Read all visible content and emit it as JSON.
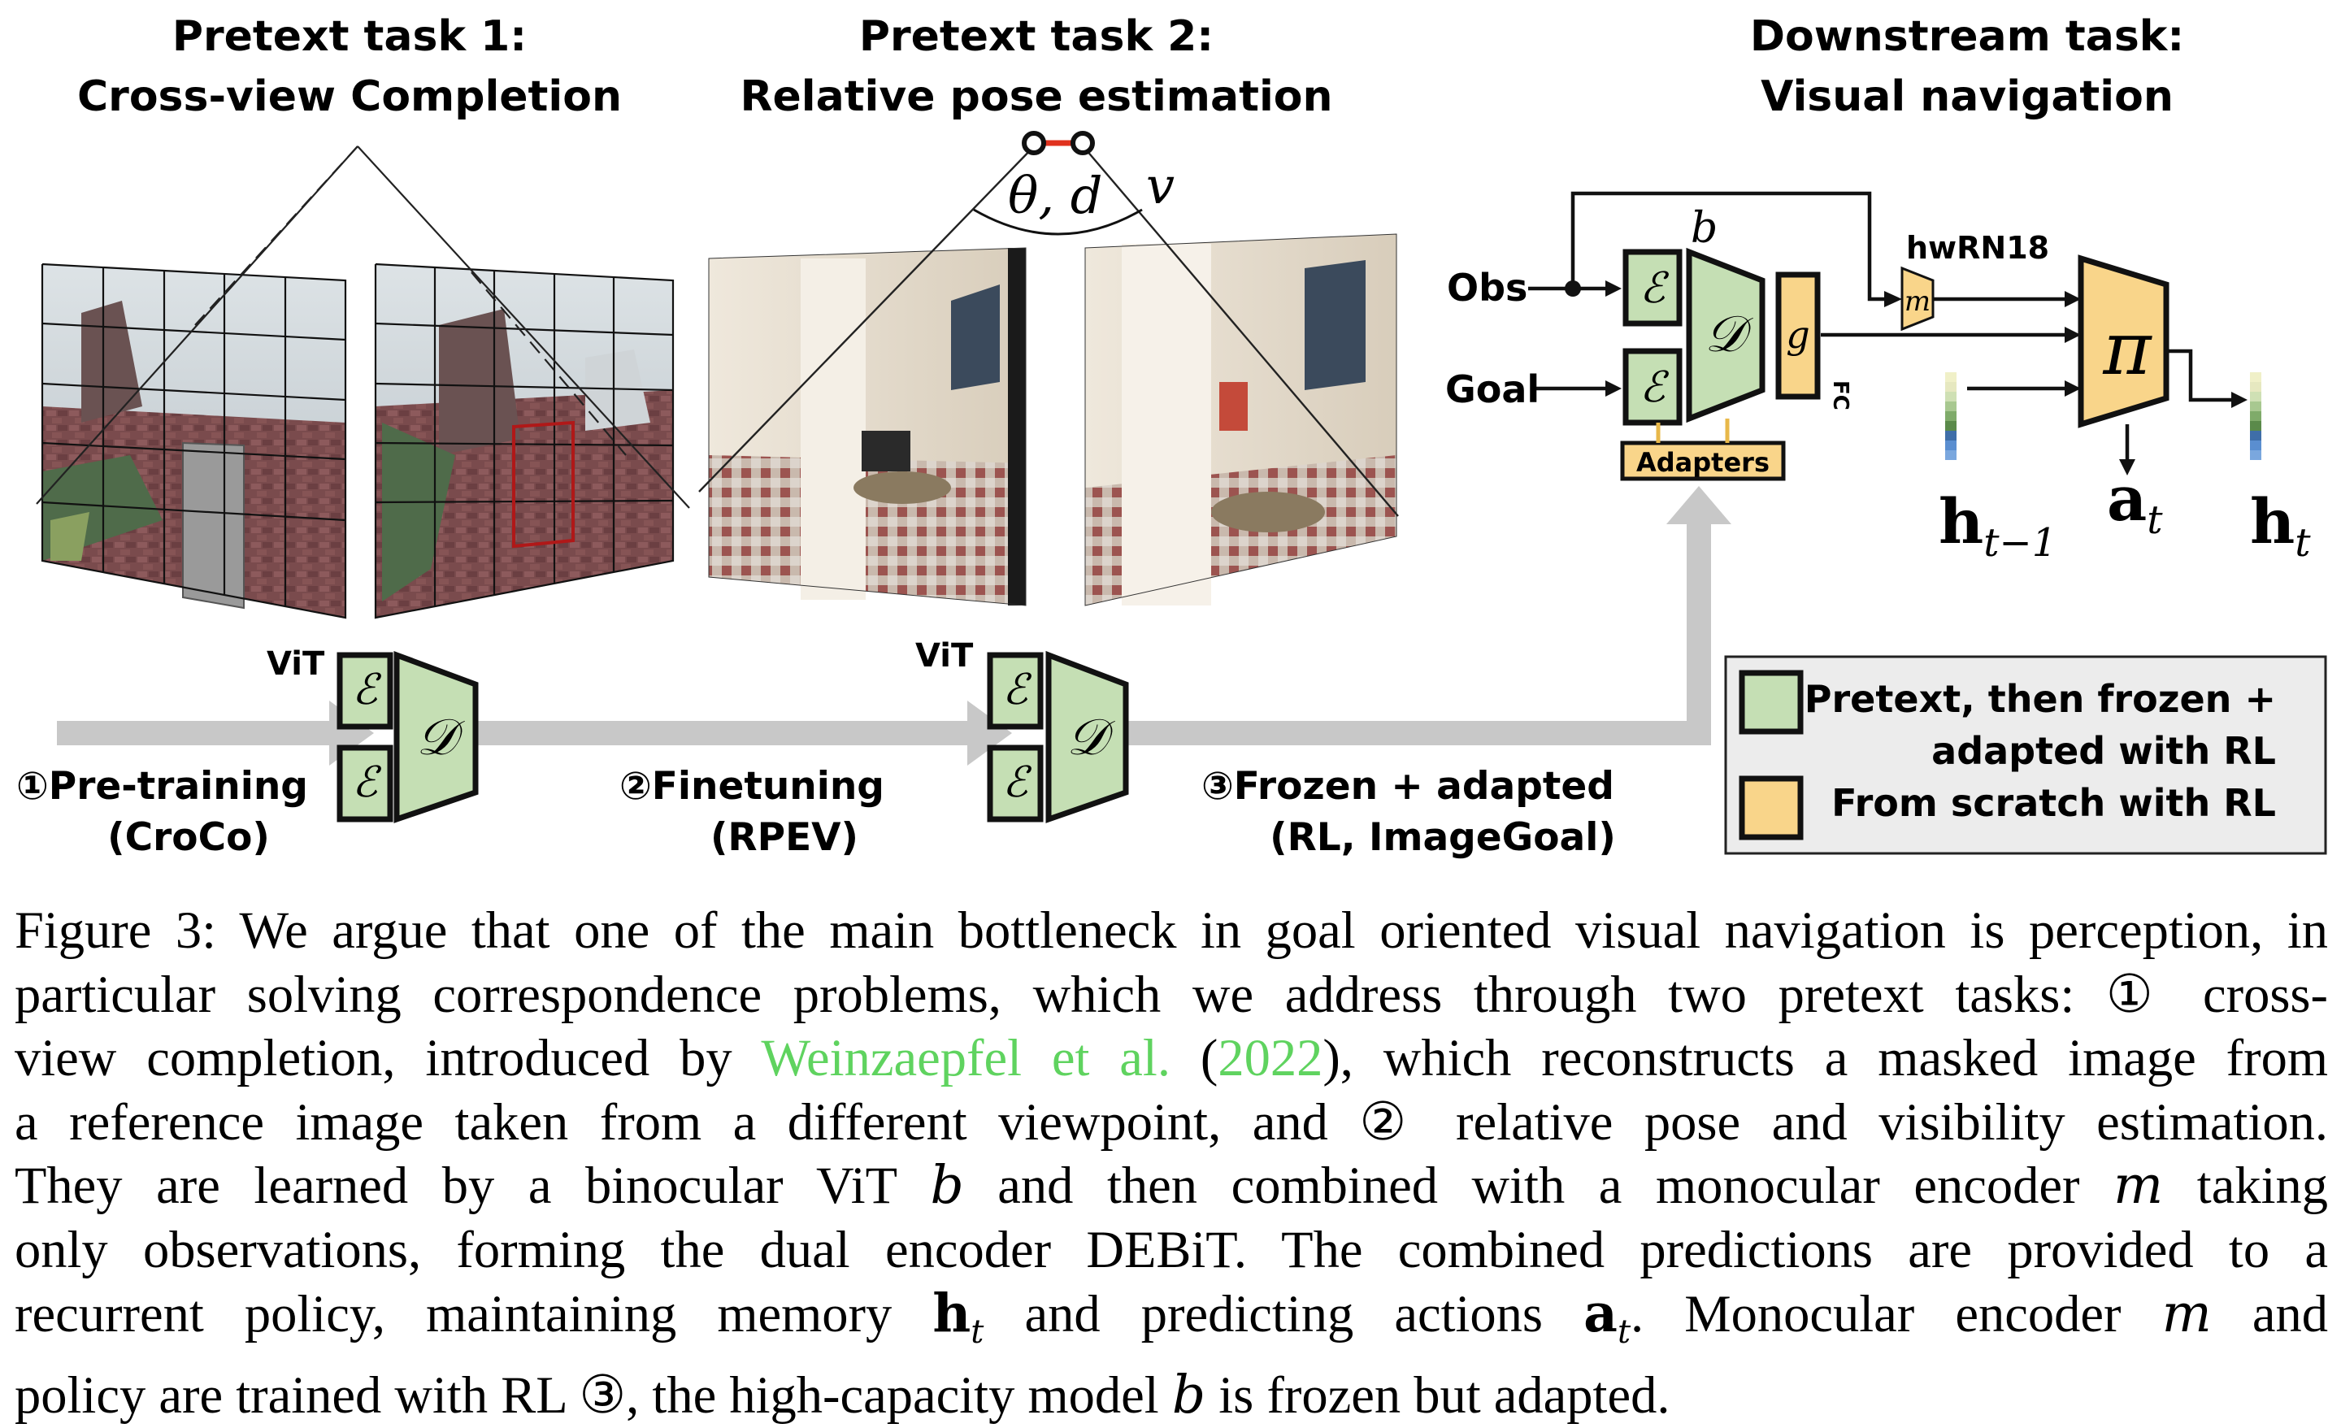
{
  "headers": {
    "task1": [
      "Pretext task 1:",
      "Cross-view Completion"
    ],
    "task2": [
      "Pretext task 2:",
      "Relative pose estimation"
    ],
    "downstream": [
      "Downstream task:",
      "Visual navigation"
    ]
  },
  "pose_label": "θ, d",
  "visibility_label": "v",
  "stages": [
    {
      "num": "①",
      "name": "Pre-training",
      "detail": "(CroCo)"
    },
    {
      "num": "②",
      "name": "Finetuning",
      "detail": "(RPEV)"
    },
    {
      "num": "③",
      "name": "Frozen + adapted",
      "detail": "(RL, ImageGoal)"
    }
  ],
  "vit_label": "ViT",
  "encoder_symbol": "ℰ",
  "decoder_symbol": "𝒟",
  "nav": {
    "obs": "Obs",
    "goal": "Goal",
    "b": "b",
    "g": "g",
    "fc": "FC",
    "m": "m",
    "hwrn": "hwRN18",
    "pi": "π",
    "adapters": "Adapters",
    "h_prev": "h",
    "h_prev_sub": "t−1",
    "a": "a",
    "a_sub": "t",
    "h": "h",
    "h_sub": "t"
  },
  "legend": [
    {
      "label_lines": [
        "Pretext, then frozen +",
        "adapted with RL"
      ],
      "color": "#c5dfb4"
    },
    {
      "label_lines": [
        "From scratch with RL"
      ],
      "color": "#f9d58a"
    }
  ],
  "colors": {
    "green": "#c5dfb4",
    "orange": "#f9d58a",
    "arrow": "#c8c8c8",
    "mask_red": "#b01818",
    "pose_red": "#e0321e"
  },
  "caption": {
    "l1": "Figure 3: We argue that one of the main bottleneck in goal oriented visual navigation is perception, in",
    "l2": "particular solving correspondence problems, which we address through two pretext tasks: ① cross-",
    "l3a": "view completion, introduced by ",
    "l3cite": "Weinzaepfel et al.",
    "l3b": " (",
    "l3year": "2022",
    "l3c": "), which reconstructs a masked image from",
    "l4": "a reference image taken from a different viewpoint, and ② relative pose and visibility estimation.",
    "l5a": "They are learned by a binocular ViT ",
    "l5b": "b",
    "l5c": " and then combined with a monocular encoder ",
    "l5d": "m",
    "l5e": " taking",
    "l6": "only observations, forming the dual encoder DEBiT. The combined predictions are provided to a",
    "l7a": "recurrent policy, maintaining memory ",
    "l7h": "h",
    "l7t": "t",
    "l7b": " and predicting actions ",
    "l7a2": "a",
    "l7t2": "t",
    "l7c": ".  Monocular encoder ",
    "l7m": "m",
    "l7d": " and",
    "l8a": "policy are trained with RL ③, the high-capacity model ",
    "l8b": "b",
    "l8c": " is frozen but adapted."
  }
}
